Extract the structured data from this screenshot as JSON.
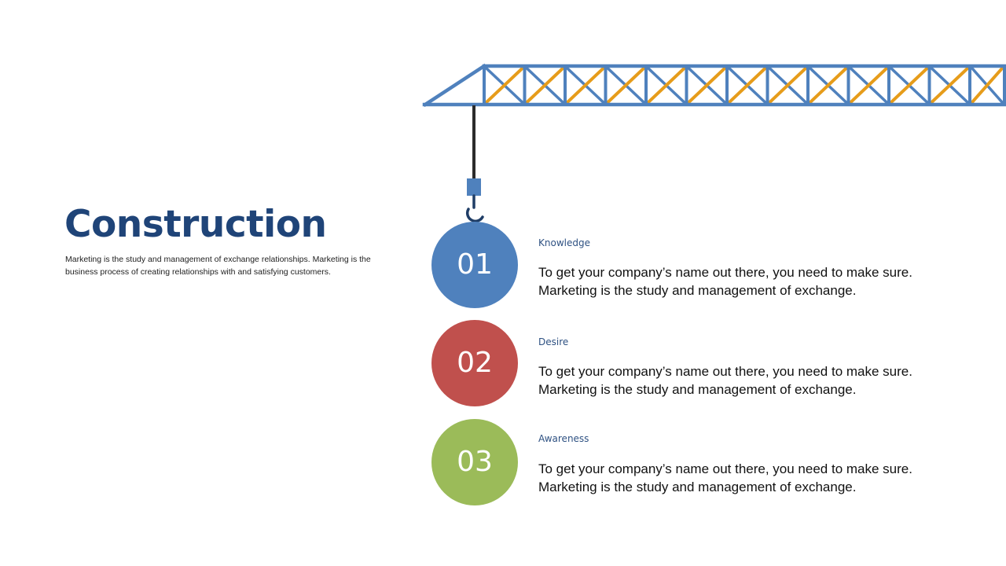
{
  "slide": {
    "title": "Construction",
    "description": "Marketing is the study and management of exchange relationships. Marketing is the business process of creating relationships with and satisfying customers."
  },
  "colors": {
    "title": "#1f4478",
    "truss_frame": "#4f81bd",
    "truss_brace": "#e69c1a",
    "cable": "#2b2b2b",
    "item_1": "#4f81bd",
    "item_2": "#c0504d",
    "item_3": "#9bbb59"
  },
  "items": [
    {
      "number": "01",
      "heading": "Knowledge",
      "line_1": "To get your company’s name out there, you need to make sure.",
      "line_2": "Marketing is the study and management of exchange."
    },
    {
      "number": "02",
      "heading": "Desire",
      "line_1": "To get your company’s name out there, you need to make sure.",
      "line_2": "Marketing is the study and management of exchange."
    },
    {
      "number": "03",
      "heading": "Awareness",
      "line_1": "To get your company’s name out there, you need to make sure.",
      "line_2": "Marketing is the study and management of exchange."
    }
  ]
}
